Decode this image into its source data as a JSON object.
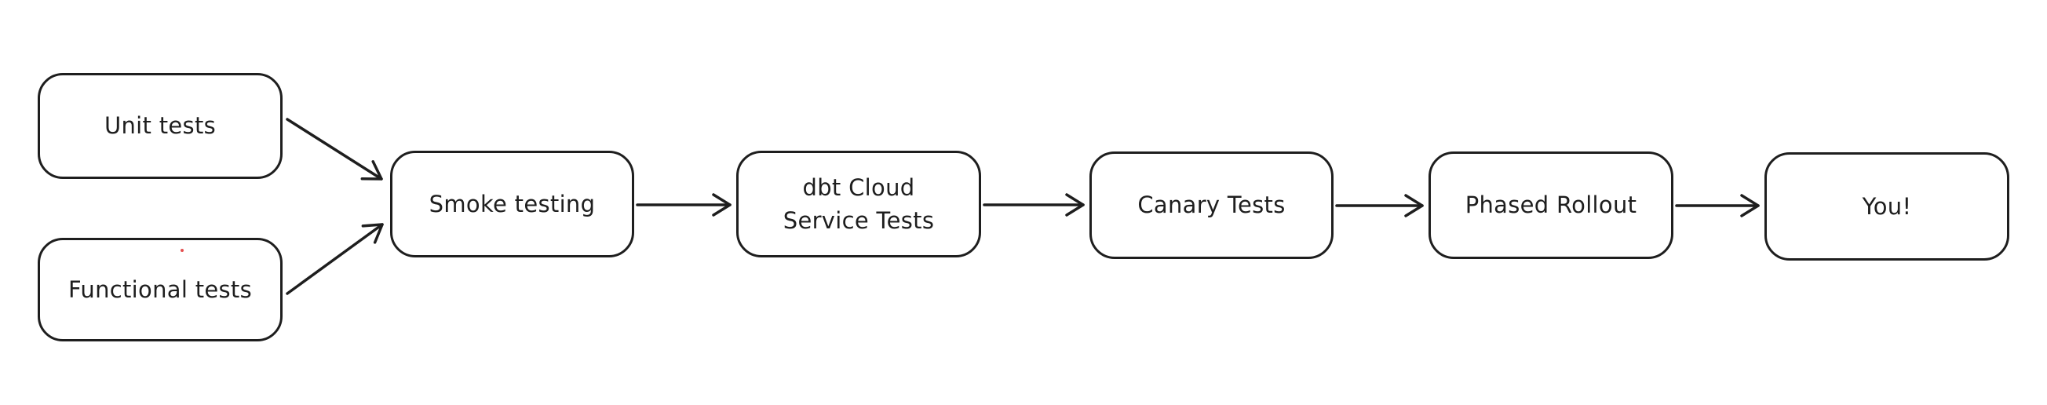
{
  "diagram": {
    "type": "flowchart",
    "style": "hand-drawn-excalidraw",
    "colors": {
      "stroke": "#1e1e1e",
      "background": "#ffffff",
      "speck_red": "#e03131"
    },
    "nodes": [
      {
        "id": "unit-tests",
        "label": "Unit tests"
      },
      {
        "id": "functional-tests",
        "label": "Functional tests"
      },
      {
        "id": "smoke-testing",
        "label": "Smoke testing"
      },
      {
        "id": "dbt-cloud",
        "label": "dbt Cloud\nService Tests"
      },
      {
        "id": "canary-tests",
        "label": "Canary Tests"
      },
      {
        "id": "phased-rollout",
        "label": "Phased Rollout"
      },
      {
        "id": "you",
        "label": "You!"
      }
    ],
    "edges": [
      {
        "from": "unit-tests",
        "to": "smoke-testing"
      },
      {
        "from": "functional-tests",
        "to": "smoke-testing"
      },
      {
        "from": "smoke-testing",
        "to": "dbt-cloud"
      },
      {
        "from": "dbt-cloud",
        "to": "canary-tests"
      },
      {
        "from": "canary-tests",
        "to": "phased-rollout"
      },
      {
        "from": "phased-rollout",
        "to": "you"
      }
    ]
  }
}
